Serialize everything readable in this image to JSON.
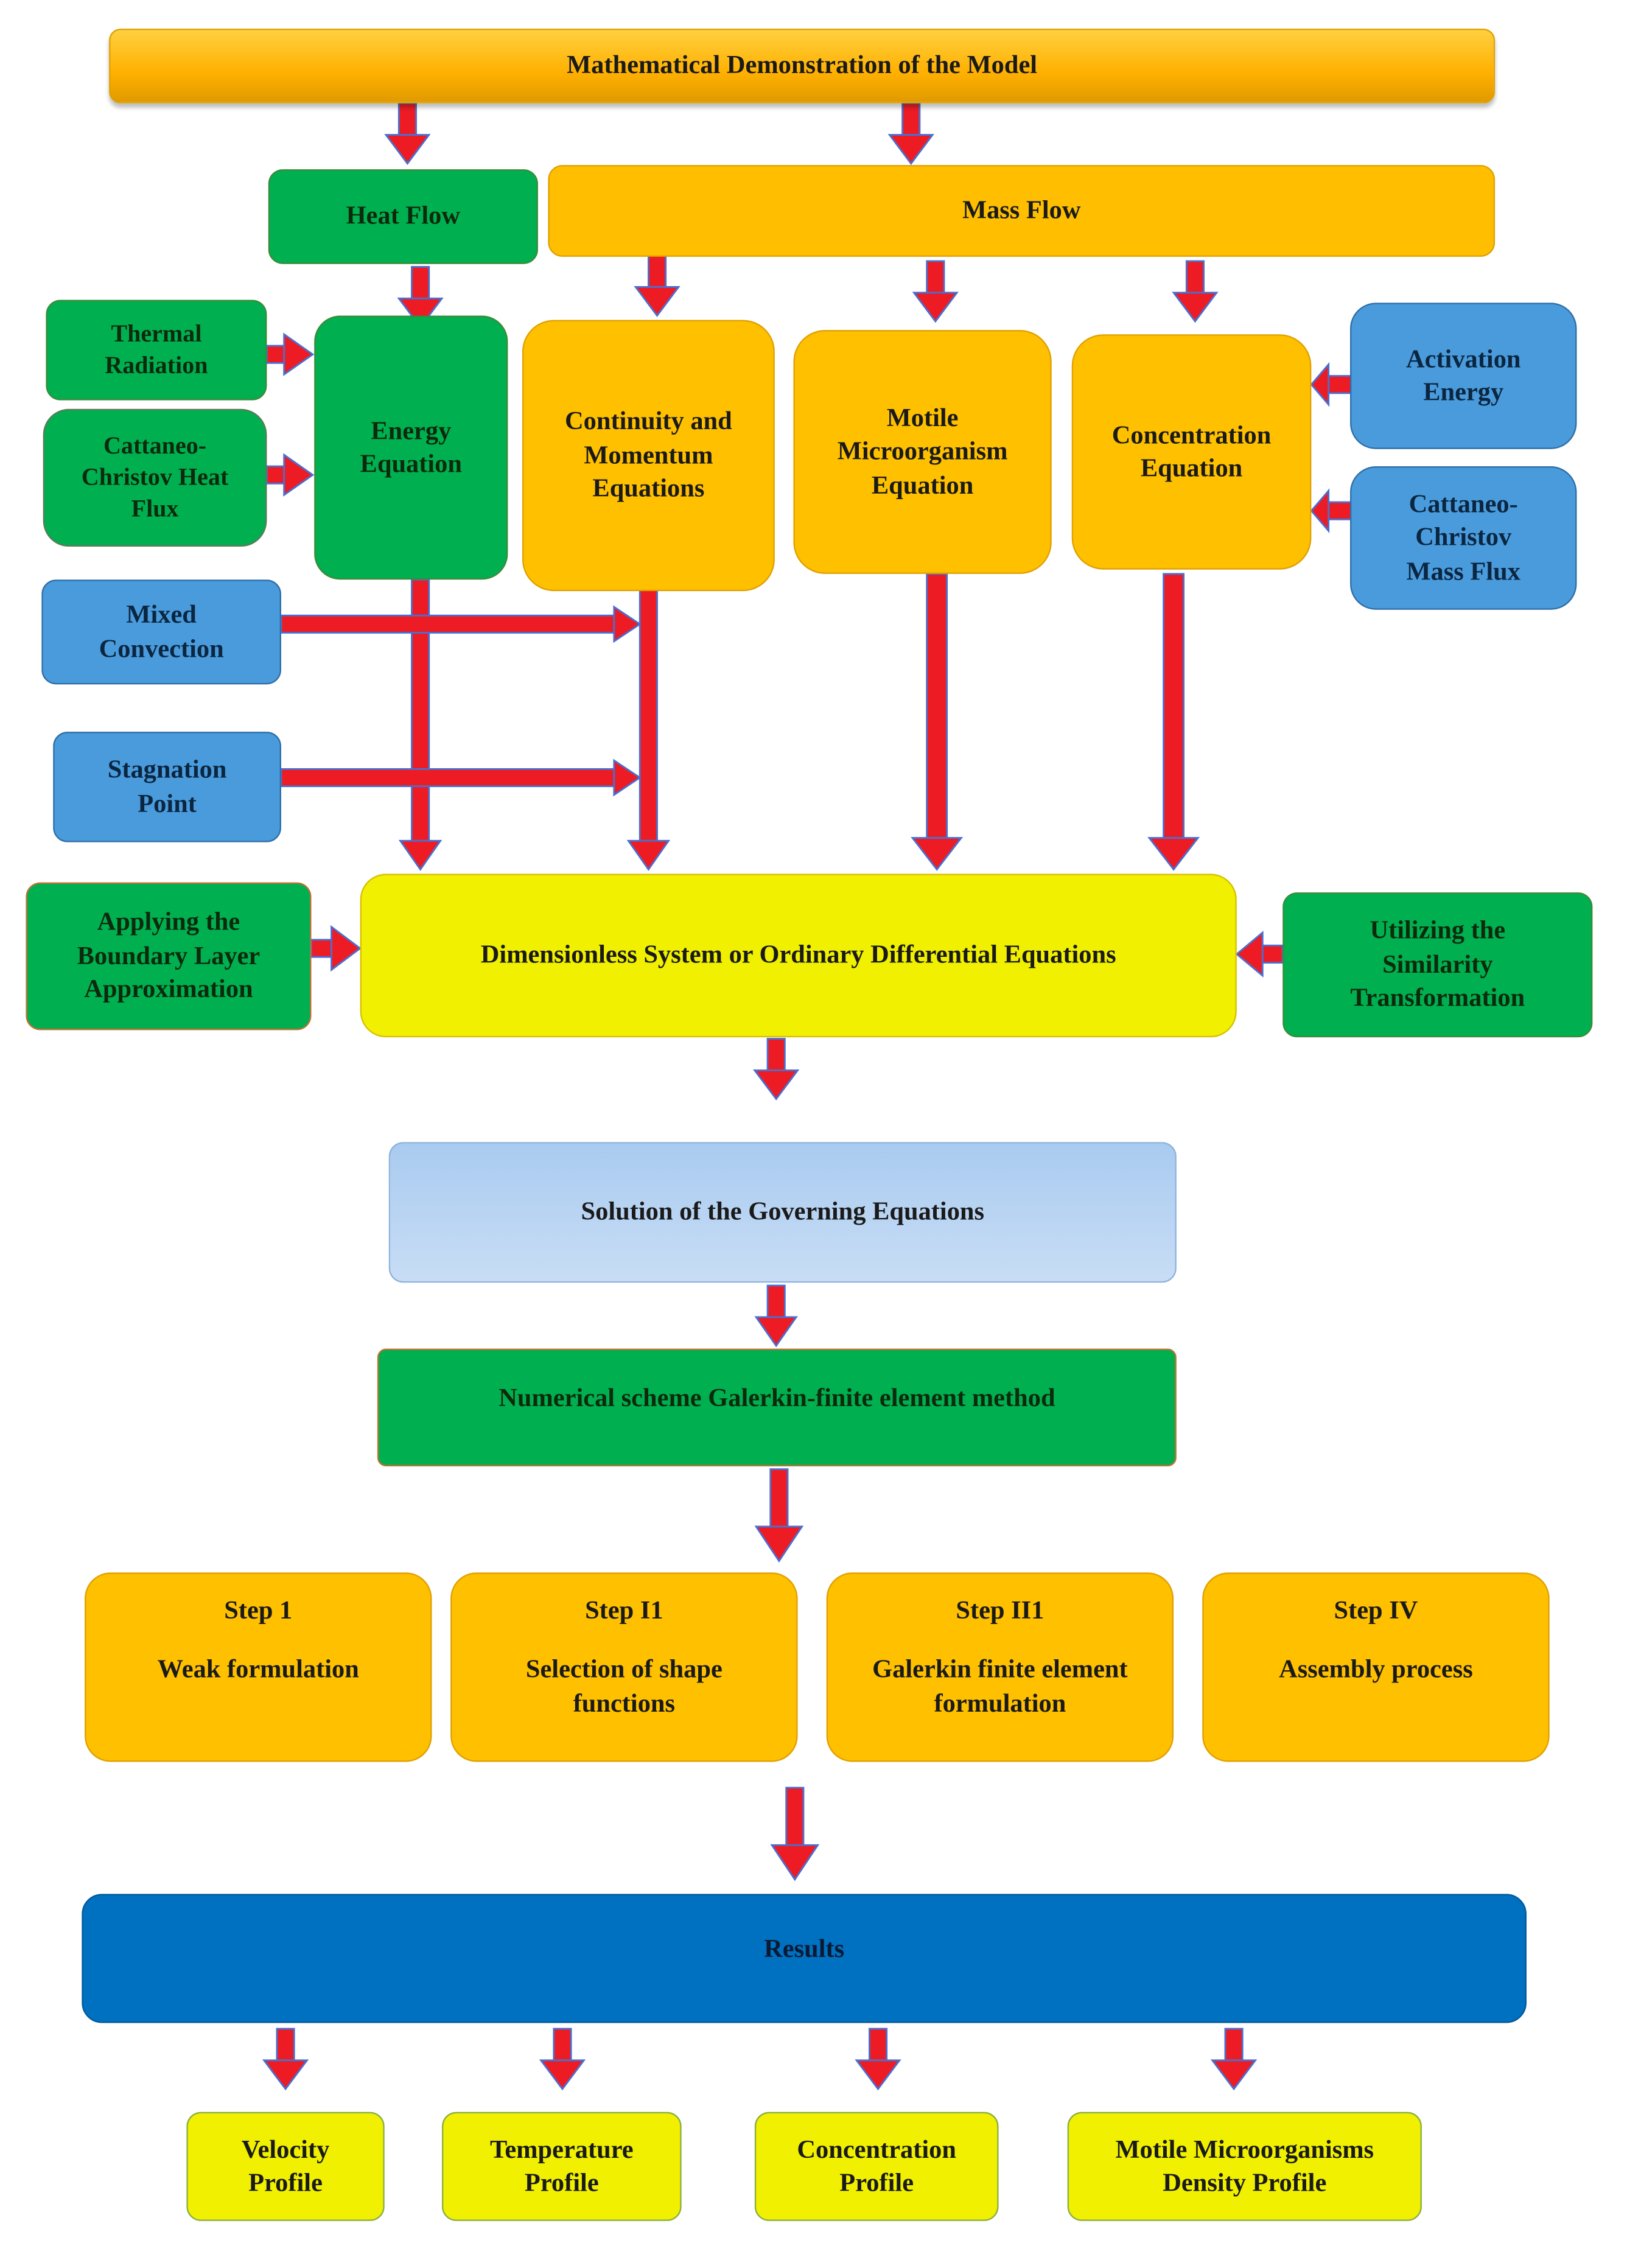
{
  "title": "Mathematical Demonstration of the Model",
  "heat_flow": "Heat Flow",
  "mass_flow": "Mass Flow",
  "thermal_radiation": "Thermal Radiation",
  "cc_heat_flux": "Cattaneo-Christov Heat Flux",
  "energy_equation": "Energy Equation",
  "continuity_momentum": "Continuity and Momentum Equations",
  "motile_equation": "Motile Microorganism Equation",
  "concentration_equation": "Concentration Equation",
  "activation_energy": "Activation Energy",
  "cc_mass_flux": "Cattaneo-Christov Mass Flux",
  "mixed_convection": "Mixed Convection",
  "stagnation_point": "Stagnation Point",
  "boundary_layer": "Applying the Boundary Layer Approximation",
  "dimensionless_system": "Dimensionless System or Ordinary Differential Equations",
  "similarity_transformation": "Utilizing the Similarity Transformation",
  "solution": "Solution of the Governing Equations",
  "numerical_scheme": "Numerical scheme Galerkin-finite element method",
  "steps": [
    {
      "step": "Step 1",
      "desc": "Weak formulation"
    },
    {
      "step": "Step I1",
      "desc": "Selection of shape functions"
    },
    {
      "step": "Step II1",
      "desc": "Galerkin finite element formulation"
    },
    {
      "step": "Step IV",
      "desc": "Assembly process"
    }
  ],
  "results": "Results",
  "outputs": [
    {
      "label": "Velocity Profile"
    },
    {
      "label": "Temperature Profile"
    },
    {
      "label": "Concentration Profile"
    },
    {
      "label": "Motile Microorganisms Density Profile"
    }
  ],
  "colors": {
    "arrow_fill": "#ed1c24",
    "arrow_stroke": "#4a6fd0",
    "green": "#00b050",
    "orange": "#ffc000",
    "blue": "#4a9bdc",
    "yellow": "#f0f000",
    "dark_blue": "#0070c0"
  }
}
